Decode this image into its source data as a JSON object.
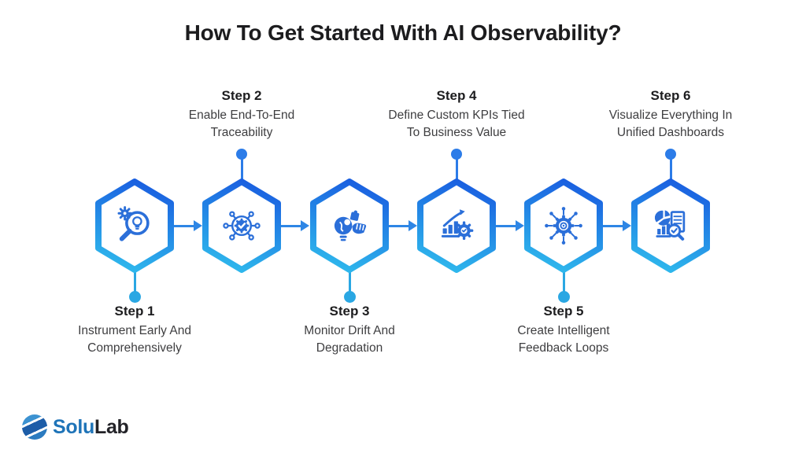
{
  "title": "How To Get Started With AI Observability?",
  "steps": [
    {
      "label": "Step 1",
      "desc_line1": "Instrument Early And",
      "desc_line2": "Comprehensively",
      "icon": "magnifier-bulb-gear-icon",
      "label_position": "below"
    },
    {
      "label": "Step 2",
      "desc_line1": "Enable End-To-End",
      "desc_line2": "Traceability",
      "icon": "verified-gear-network-icon",
      "label_position": "above"
    },
    {
      "label": "Step 3",
      "desc_line1": "Monitor Drift And",
      "desc_line2": "Degradation",
      "icon": "bulb-puzzle-hand-icon",
      "label_position": "below"
    },
    {
      "label": "Step 4",
      "desc_line1": "Define Custom KPIs Tied",
      "desc_line2": "To Business Value",
      "icon": "growth-chart-gear-icon",
      "label_position": "above"
    },
    {
      "label": "Step 5",
      "desc_line1": "Create Intelligent",
      "desc_line2": "Feedback Loops",
      "icon": "ai-gear-network-icon",
      "label_position": "below"
    },
    {
      "label": "Step 6",
      "desc_line1": "Visualize Everything In",
      "desc_line2": "Unified Dashboards",
      "icon": "dashboard-report-icon",
      "label_position": "above"
    }
  ],
  "logo": {
    "text_primary": "Solu",
    "text_secondary": "Lab",
    "mark": "striped-sphere-logo-icon"
  },
  "theme": {
    "title_color": "#1c1c1e",
    "step_label_color": "#1d1d1f",
    "desc_color": "#3e3e40",
    "hex_grad_start": "#1A5FE0",
    "hex_grad_end": "#2EB7EC",
    "icon_blue": "#2B6FD9",
    "arrow_blue": "#2E86E5",
    "connector_top": "#2C7CE8",
    "connector_bottom": "#2AA7E3",
    "logo_blue": "#1F74B8",
    "logo_dark": "#232328"
  }
}
